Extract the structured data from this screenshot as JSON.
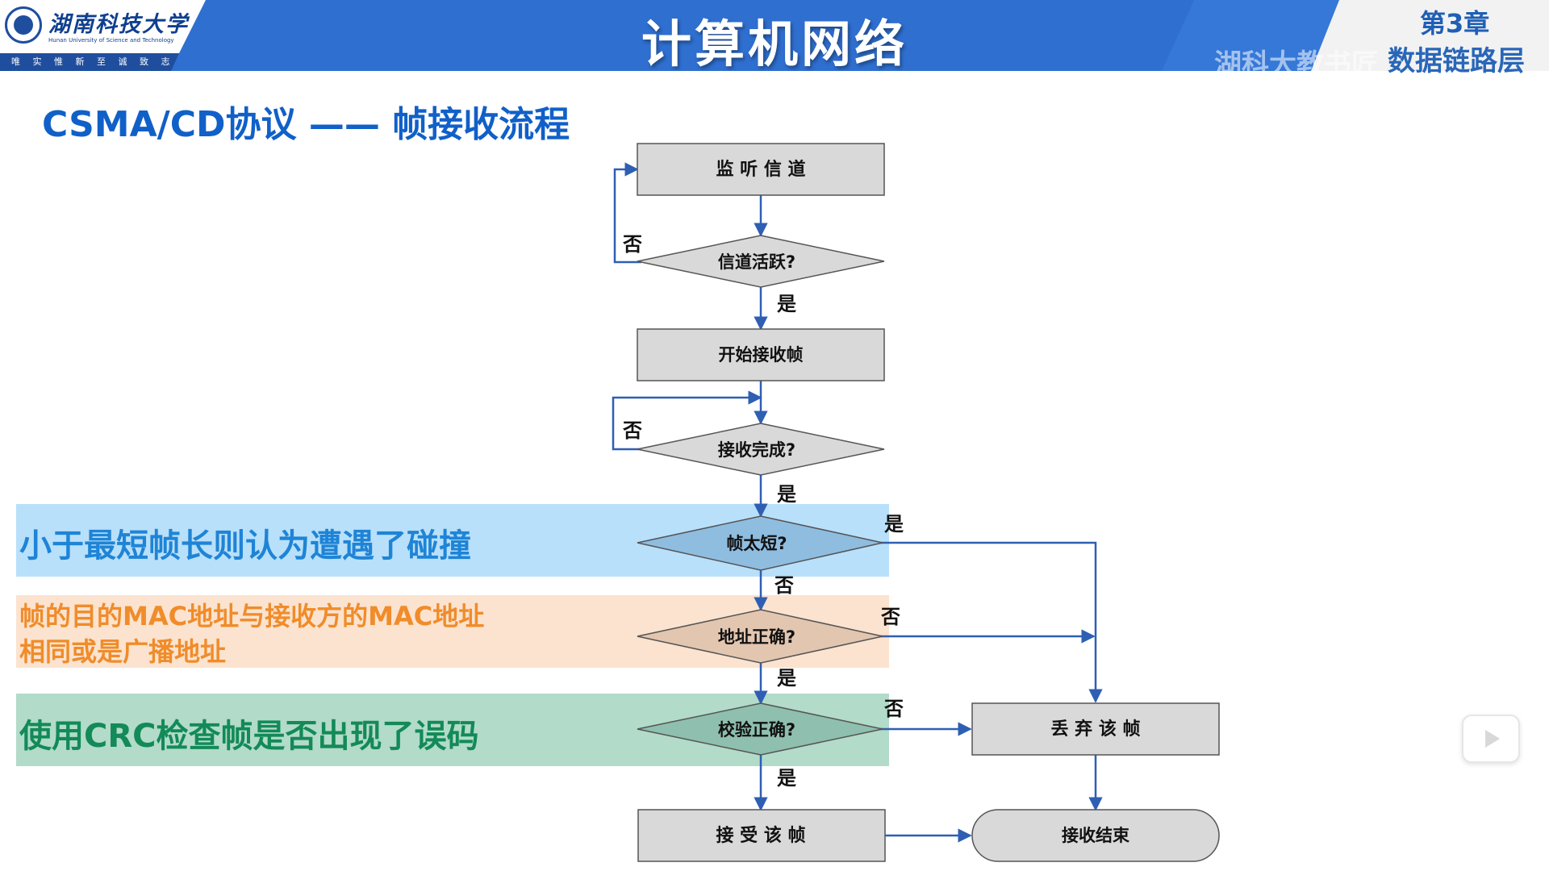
{
  "header": {
    "logo_cn": "湖南科技大学",
    "logo_en": "Hunan University of Science and Technology",
    "logo_motto": "唯 实 惟 新   至 诚 致 志",
    "title": "计算机网络",
    "chapter": "第3章",
    "chapter_sub": "数据链路层",
    "watermark": "湖科大教书匠"
  },
  "slide_title": "CSMA/CD协议 —— 帧接收流程",
  "bands": {
    "blue": "小于最短帧长则认为遭遇了碰撞",
    "orange_line1": "帧的目的MAC地址与接收方的MAC地址",
    "orange_line2": "相同或是广播地址",
    "green": "使用CRC检查帧是否出现了误码"
  },
  "flowchart": {
    "listen": "监 听 信 道",
    "channel_active": "信道活跃?",
    "start_receive": "开始接收帧",
    "receive_done": "接收完成?",
    "frame_short": "帧太短?",
    "addr_ok": "地址正确?",
    "crc_ok": "校验正确?",
    "discard": "丢 弃 该 帧",
    "accept": "接 受 该 帧",
    "end": "接收结束",
    "labels": {
      "no_channel": "否",
      "yes_channel": "是",
      "no_done": "否",
      "yes_done": "是",
      "yes_short": "是",
      "no_short": "否",
      "no_addr": "否",
      "yes_addr": "是",
      "no_crc": "否",
      "yes_crc": "是"
    }
  },
  "colors": {
    "banner": "#1f5fc8",
    "box_fill": "#d9d9d9",
    "arrow": "#2e5fb3",
    "blue_band": "#b8e0fa",
    "orange_band": "#fbe3cf",
    "green_band": "#b2dbc9"
  },
  "icons": {
    "logo": "university-seal-icon",
    "play": "play-icon"
  }
}
